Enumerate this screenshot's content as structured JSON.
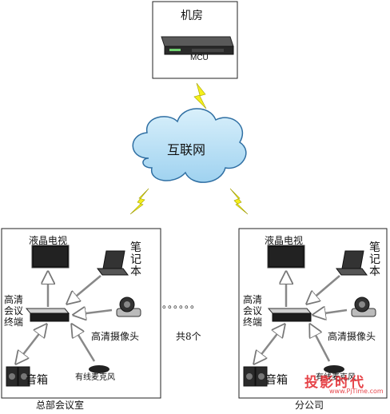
{
  "server_room": {
    "title": "机房",
    "device": "MCU"
  },
  "internet": {
    "label": "互联网"
  },
  "count_label": "共8个",
  "dots": "。。。。。。",
  "headquarters": {
    "caption": "总部会议室",
    "tv": "液晶电视",
    "laptop": "笔记本",
    "terminal": "高清会议终端",
    "camera": "高清摄像头",
    "speaker": "音箱",
    "mic": "有线麦克风"
  },
  "branch": {
    "caption": "分公司",
    "tv": "液晶电视",
    "laptop": "笔记本",
    "terminal": "高清会议终端",
    "camera": "高清摄像头",
    "speaker": "音箱",
    "mic": "有线麦克风"
  },
  "watermark": {
    "main": "投影时代",
    "url": "www.PjTime.com"
  },
  "colors": {
    "cloud_fill": "#bfe3f7",
    "cloud_stroke": "#2f6fa3",
    "lightning": "#f5ef1c",
    "watermark": "#e2252b"
  }
}
